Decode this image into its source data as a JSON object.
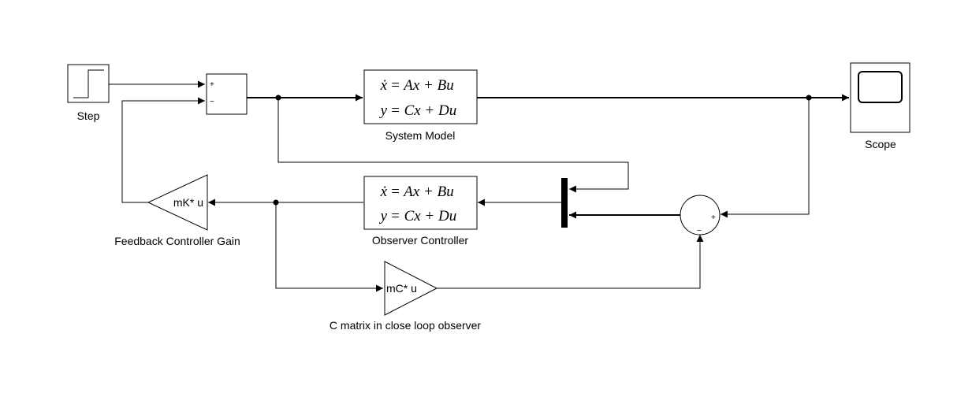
{
  "blocks": {
    "step": {
      "label": "Step"
    },
    "sum1": {
      "sign_top": "+",
      "sign_bottom": "−"
    },
    "system_model": {
      "label": "System Model",
      "eq1": {
        "lhs": "ẋ",
        "rhs": "= Ax + Bu"
      },
      "eq2": {
        "lhs": "y",
        "rhs": "= Cx + Du"
      }
    },
    "scope": {
      "label": "Scope"
    },
    "observer_controller": {
      "label": "Observer Controller",
      "eq1": {
        "lhs": "ẋ",
        "rhs": "= Ax + Bu"
      },
      "eq2": {
        "lhs": "y",
        "rhs": "= Cx + Du"
      }
    },
    "feedback_gain": {
      "label": "Feedback Controller Gain",
      "text": "mK* u"
    },
    "c_matrix_gain": {
      "label": "C matrix in close loop observer",
      "text": "mC* u"
    },
    "sum2": {
      "sign_plus": "+",
      "sign_minus": "−"
    }
  }
}
